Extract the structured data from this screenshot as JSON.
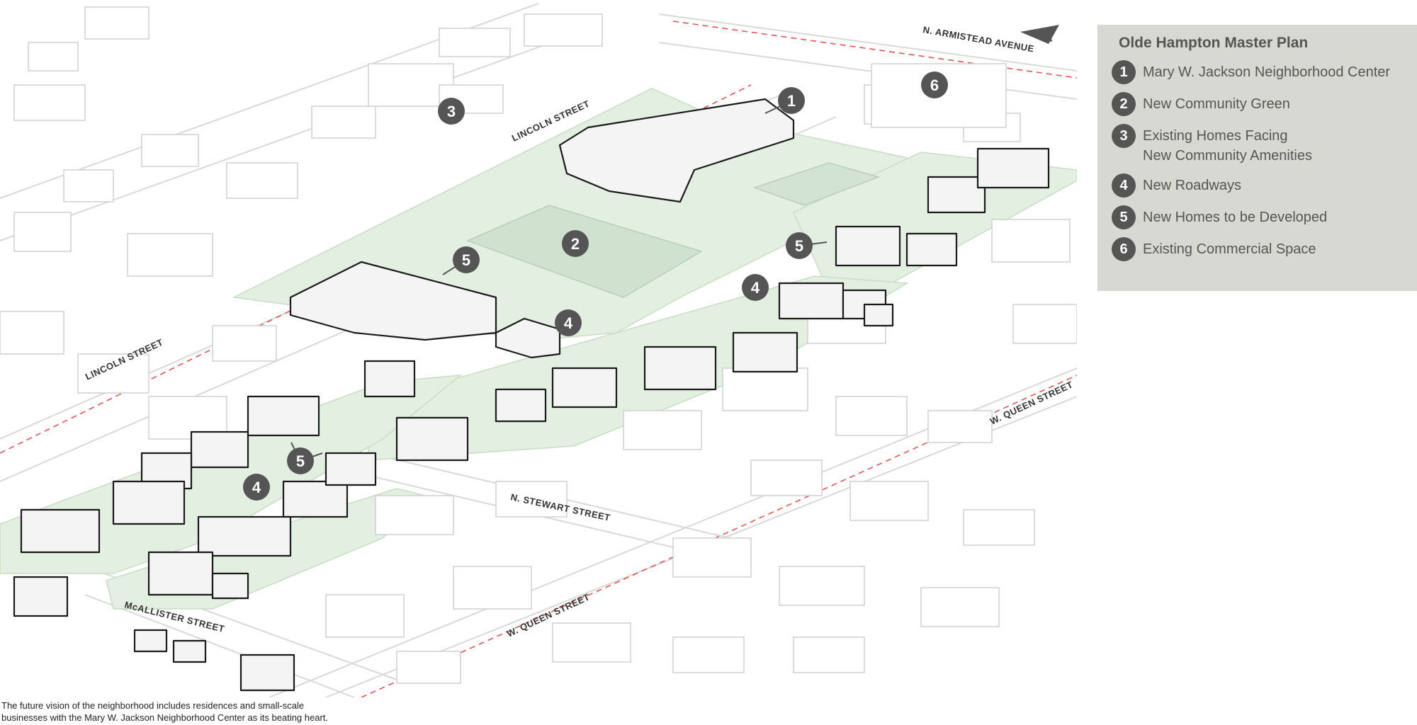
{
  "legend": {
    "title": "Olde Hampton Master Plan",
    "items": [
      {
        "number": "1",
        "lines": [
          "Mary W. Jackson Neighborhood Center"
        ]
      },
      {
        "number": "2",
        "lines": [
          "New Community Green"
        ]
      },
      {
        "number": "3",
        "lines": [
          "Existing Homes Facing",
          "New Community Amenities"
        ]
      },
      {
        "number": "4",
        "lines": [
          "New Roadways"
        ]
      },
      {
        "number": "5",
        "lines": [
          "New Homes to be Developed"
        ]
      },
      {
        "number": "6",
        "lines": [
          "Existing Commercial Space"
        ]
      }
    ]
  },
  "streets": {
    "armistead": "N. ARMISTEAD AVENUE",
    "lincoln_upper": "LINCOLN STREET",
    "lincoln_lower": "LINCOLN STREET",
    "queen_right": "W. QUEEN STREET",
    "queen_lower": "W. QUEEN STREET",
    "stewart": "N. STEWART STREET",
    "mcallister": "McALLISTER STREET"
  },
  "north_arrow": "N",
  "markers": {
    "m1": "1",
    "m2": "2",
    "m3": "3",
    "m4a": "4",
    "m4b": "4",
    "m4c": "4",
    "m5a": "5",
    "m5b": "5",
    "m5c": "5",
    "m6": "6"
  },
  "caption": [
    "The future vision of the neighborhood includes residences and small-scale",
    "businesses with the Mary W. Jackson Neighborhood Center as its beating heart."
  ],
  "colors": {
    "green_space": "#e3f0e1",
    "green_edge": "#c9dcc6",
    "building_outline": "#d6d6d6",
    "new_building": "#1a1a1a",
    "marker": "#555555",
    "legend_bg": "#d8d8d2",
    "street_dash": "#e05555"
  }
}
